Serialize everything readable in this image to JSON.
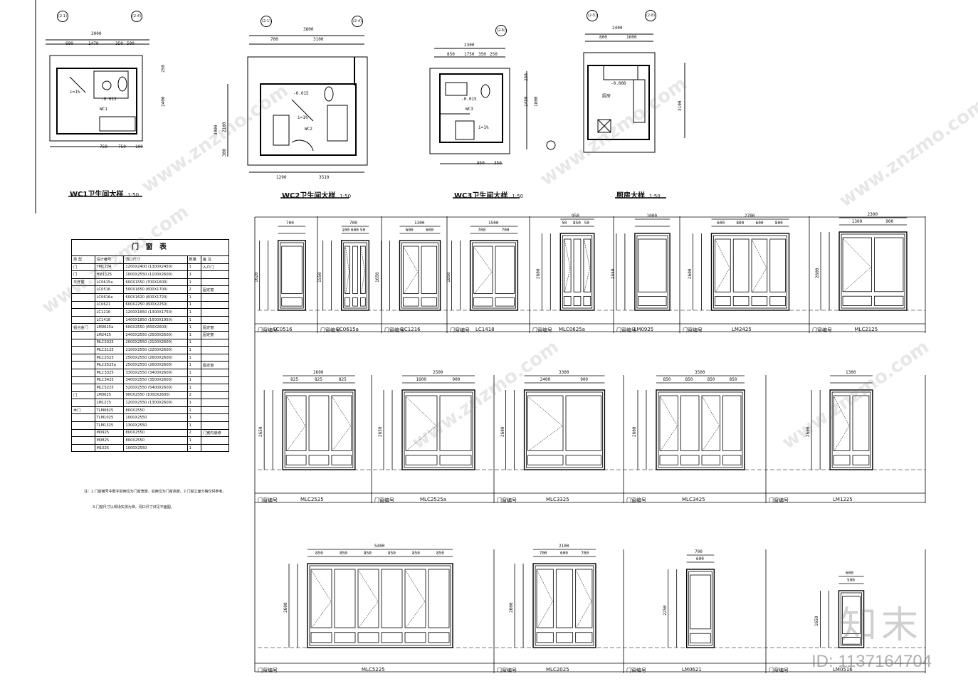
{
  "plans": [
    {
      "title": "WC1卫生间大样",
      "scale": "1:50",
      "room": "WC1",
      "axis_a": "(2-1)",
      "axis_b": "(2-4)",
      "top_dim": "3000",
      "sub_dims": [
        "680",
        "1470",
        "350",
        "500"
      ],
      "right_dims": [
        "250",
        "2400"
      ],
      "bottom_dims": [
        "750",
        "750",
        "100"
      ],
      "level": "-0.015",
      "slope": "i=1%"
    },
    {
      "title": "WC2卫生间大样",
      "scale": "1:50",
      "room": "WC2",
      "axis_a": "(2-1)",
      "axis_b": "(2-4)",
      "top_dim": "3800",
      "sub_dims": [
        "700",
        "3100"
      ],
      "left_dims": [
        "3000",
        "2100",
        "300"
      ],
      "bottom_dims": [
        "1290",
        "3510"
      ],
      "level": "-0.015",
      "slope": "i=1%"
    },
    {
      "title": "WC3卫生间大样",
      "scale": "1:50",
      "room": "WC3",
      "axis_a": "(2-6)",
      "top_dim": "2300",
      "sub_dims": [
        "850",
        "1750",
        "350",
        "250"
      ],
      "right_dims": [
        "250",
        "1450",
        "1800"
      ],
      "bottom_dims": [
        "950",
        "350"
      ],
      "level": "-0.015",
      "slope": "i=1%"
    },
    {
      "title": "厨房大样",
      "scale": "1:50",
      "room": "厨房",
      "axis_a": "(2-5)",
      "axis_b": "(2-8)",
      "top_dim": "2400",
      "sub_dims": [
        "800",
        "1600"
      ],
      "right_dims": [
        "3100"
      ],
      "level": "-0.000"
    }
  ],
  "schedule": {
    "title": "门  窗  表",
    "headers": [
      "类 型",
      "设计编号",
      "洞口尺寸",
      "数量",
      "备 注"
    ],
    "rows": [
      [
        "门",
        "YM1224",
        "1200X2400 (1300X2450)",
        "1",
        "入户门"
      ],
      [
        "门",
        "HM1125",
        "1000X2550 (1100X2600)",
        "1",
        ""
      ],
      [
        "平开窗",
        "LC0615a",
        "600X1550 (700X1600)",
        "1",
        ""
      ],
      [
        "",
        "LC0516",
        "500X1650 (600X1700)",
        "2",
        "固定窗"
      ],
      [
        "",
        "LC0616a",
        "600X1620 (600X1720)",
        "1",
        ""
      ],
      [
        "",
        "LC0621",
        "600X2250 (600X2250)",
        "1",
        ""
      ],
      [
        "",
        "LC1216",
        "1200X1650 (1300X1750)",
        "1",
        ""
      ],
      [
        "",
        "LC1418",
        "1400X1850 (1500X1950)",
        "1",
        ""
      ],
      [
        "铝合金门",
        "LM0625a",
        "600X2550 (650X2600)",
        "1",
        "固定窗"
      ],
      [
        "",
        "LM2425",
        "2400X2550 (2500X2600)",
        "1",
        "固定窗"
      ],
      [
        "",
        "MLC2025",
        "2000X2550 (2100X2600)",
        "1",
        ""
      ],
      [
        "",
        "MLC2125",
        "2100X2550 (2200X2600)",
        "1",
        ""
      ],
      [
        "",
        "MLC2525",
        "2500X2550 (2600X2600)",
        "1",
        ""
      ],
      [
        "",
        "MLC2525a",
        "2500X2550 (2600X2600)",
        "1",
        "固定窗"
      ],
      [
        "",
        "MLC3325",
        "3300X2550 (3400X2600)",
        "1",
        ""
      ],
      [
        "",
        "MLC3425",
        "3400X2550 (3500X2600)",
        "1",
        ""
      ],
      [
        "",
        "MLC5225",
        "5200X2550 (5400X2600)",
        "1",
        ""
      ],
      [
        "门",
        "LM0625",
        "900X2550 (1000X2600)",
        "2",
        ""
      ],
      [
        "",
        "LM1225",
        "1200X2550 (1300X2600)",
        "1",
        ""
      ],
      [
        "木门",
        "TLM0825",
        "800X2550",
        "1",
        ""
      ],
      [
        "",
        "TLM1025",
        "1000X2550",
        "1",
        ""
      ],
      [
        "",
        "TLM1325",
        "1300X2550",
        "1",
        ""
      ],
      [
        "",
        "M0925",
        "800X2550",
        "2",
        "门宽内装修"
      ],
      [
        "",
        "M0825",
        "800X2550",
        "1",
        ""
      ],
      [
        "",
        "M1025",
        "1000X2550",
        "1",
        ""
      ]
    ],
    "notes": [
      "注：1.门窗编号中数字前两位为门窗宽度，后两位为门窗高度。2.门窗立面分格仅供参考。",
      "3.门窗尺寸以现场实测为准，洞口尺寸详见平面图。"
    ]
  },
  "elevations_row1": [
    {
      "code": "LC0516",
      "label": "门窗编号",
      "w": "700",
      "h": "1620"
    },
    {
      "code": "LC0615a",
      "label": "门窗编号",
      "w": "700",
      "sub": [
        "100",
        "600",
        "50"
      ],
      "h": "1550"
    },
    {
      "code": "LC1216",
      "label": "门窗编号",
      "w": "1300",
      "sub": [
        "600",
        "600"
      ],
      "h": "1650"
    },
    {
      "code": "LC1418",
      "label": "门窗编号",
      "w": "1500",
      "sub": [
        "700",
        "700"
      ],
      "h": "1850"
    },
    {
      "code": "MLC0625a",
      "label": "门窗编号",
      "w": "950",
      "sub": [
        "50",
        "850",
        "50"
      ],
      "h": "2600"
    },
    {
      "code": "LM0925",
      "label": "门窗编号",
      "w": "1000",
      "h": "2550"
    },
    {
      "code": "LM2425",
      "label": "门窗编号",
      "w": "2700",
      "sub": [
        "600",
        "800",
        "600",
        "800"
      ],
      "h": "2600"
    },
    {
      "code": "MLC2125",
      "label": "门窗编号",
      "w": "2300",
      "sub": [
        "1300",
        "900"
      ],
      "h": "2600"
    }
  ],
  "elevations_row2": [
    {
      "code": "MLC2525",
      "label": "门窗编号",
      "w": "2600",
      "sub": [
        "825",
        "825",
        "825"
      ],
      "h": "2650"
    },
    {
      "code": "MLC2525a",
      "label": "门窗编号",
      "w": "2500",
      "sub": [
        "1600",
        "900"
      ],
      "h": "2650"
    },
    {
      "code": "MLC3325",
      "label": "门窗编号",
      "w": "3300",
      "sub": [
        "2400",
        "900"
      ],
      "h": "2600"
    },
    {
      "code": "MLC3425",
      "label": "门窗编号",
      "w": "3500",
      "sub": [
        "850",
        "850",
        "850",
        "850"
      ],
      "h": "2600"
    },
    {
      "code": "LM1225",
      "label": "门窗编号",
      "w": "1300",
      "h": "2600"
    }
  ],
  "elevations_row3": [
    {
      "code": "MLC5225",
      "label": "门窗编号",
      "w": "5400",
      "sub": [
        "850",
        "850",
        "850",
        "850",
        "850",
        "850"
      ],
      "h": "2600"
    },
    {
      "code": "MLC2025",
      "label": "门窗编号",
      "w": "2100",
      "sub": [
        "700",
        "600",
        "700"
      ],
      "h": "2600"
    },
    {
      "code": "LM0621",
      "label": "门窗编号",
      "w": "700",
      "sub": [
        "600"
      ],
      "h": "2250"
    },
    {
      "code": "LM0516",
      "label": "门窗编号",
      "w": "600",
      "sub": [
        "500"
      ],
      "h": "1650"
    }
  ],
  "watermark": {
    "site": "www.znzmo.com",
    "logo": "知末",
    "id": "ID: 1137164704"
  }
}
